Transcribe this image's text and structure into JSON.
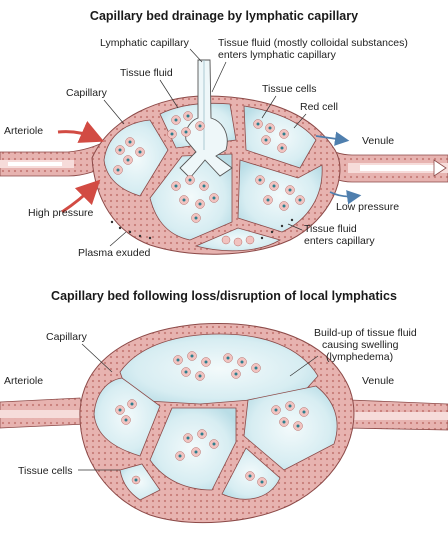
{
  "top": {
    "title": "Capillary bed drainage by lymphatic capillary",
    "labels": {
      "lymphatic_capillary": "Lymphatic capillary",
      "tissue_fluid_colloidal_1": "Tissue fluid (mostly colloidal substances)",
      "tissue_fluid_colloidal_2": "enters lymphatic capillary",
      "tissue_fluid": "Tissue fluid",
      "capillary": "Capillary",
      "tissue_cells": "Tissue cells",
      "red_cell": "Red cell",
      "arteriole": "Arteriole",
      "venule": "Venule",
      "high_pressure": "High pressure",
      "low_pressure": "Low pressure",
      "plasma_exuded": "Plasma exuded",
      "tissue_fluid_enters_1": "Tissue fluid",
      "tissue_fluid_enters_2": "enters capillary"
    }
  },
  "bottom": {
    "title": "Capillary bed following loss/disruption of local lymphatics",
    "labels": {
      "capillary": "Capillary",
      "buildup_1": "Build-up of tissue fluid",
      "buildup_2": "causing swelling",
      "buildup_3": "(lymphedema)",
      "arteriole": "Arteriole",
      "venule": "Venule",
      "tissue_cells": "Tissue cells"
    }
  },
  "colors": {
    "vessel_wall": "#e2a7a4",
    "vessel_outline": "#8c4a48",
    "tissue_fluid": "#dbeff3",
    "tissue_fluid_deep": "#a9d3de",
    "cell_body": "#f1c3c0",
    "cell_nucleus": "#2d7e8d",
    "red_arrow": "#d24b43",
    "blue_arrow": "#4f7fae",
    "lymph_fill": "#eef7f9"
  }
}
